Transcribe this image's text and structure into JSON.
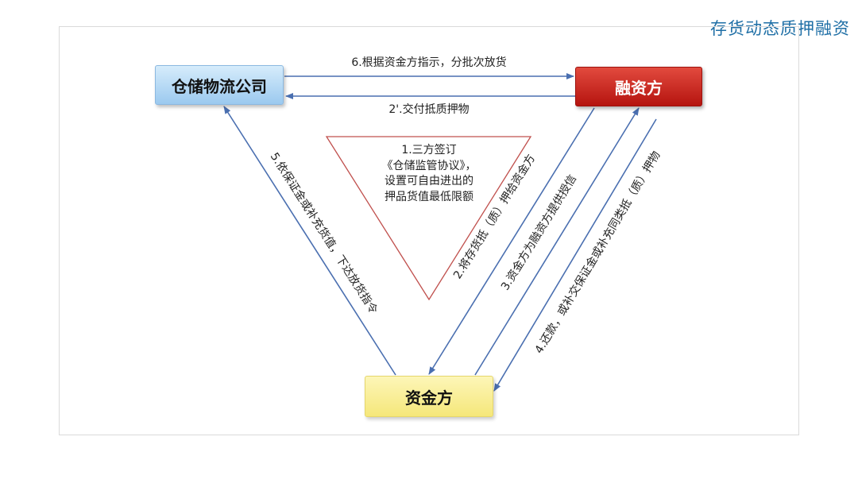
{
  "title": "存货动态质押融资",
  "nodes": {
    "logistics": "仓储物流公司",
    "financier": "融资方",
    "fund": "资金方"
  },
  "center": {
    "line1": "1.三方签订",
    "line2": "《仓储监管协议》，",
    "line3": "设置可自由进出的",
    "line4": "押品货值最低限额"
  },
  "edges": {
    "step6": "6.根据资金方指示，分批次放货",
    "step2b": "2'.交付抵质押物",
    "step5": "5.依保证金或补充货值，下达放货指令",
    "step2": "2.将存货抵（质）押给资金方",
    "step3": "3.资金方为融资方提供授信",
    "step4": "4.还款，或补交保证金或补充同类抵（质）押物"
  },
  "colors": {
    "arrow": "#4a6fb0",
    "triangle": "#c0504d",
    "title": "#1f6fa6"
  }
}
